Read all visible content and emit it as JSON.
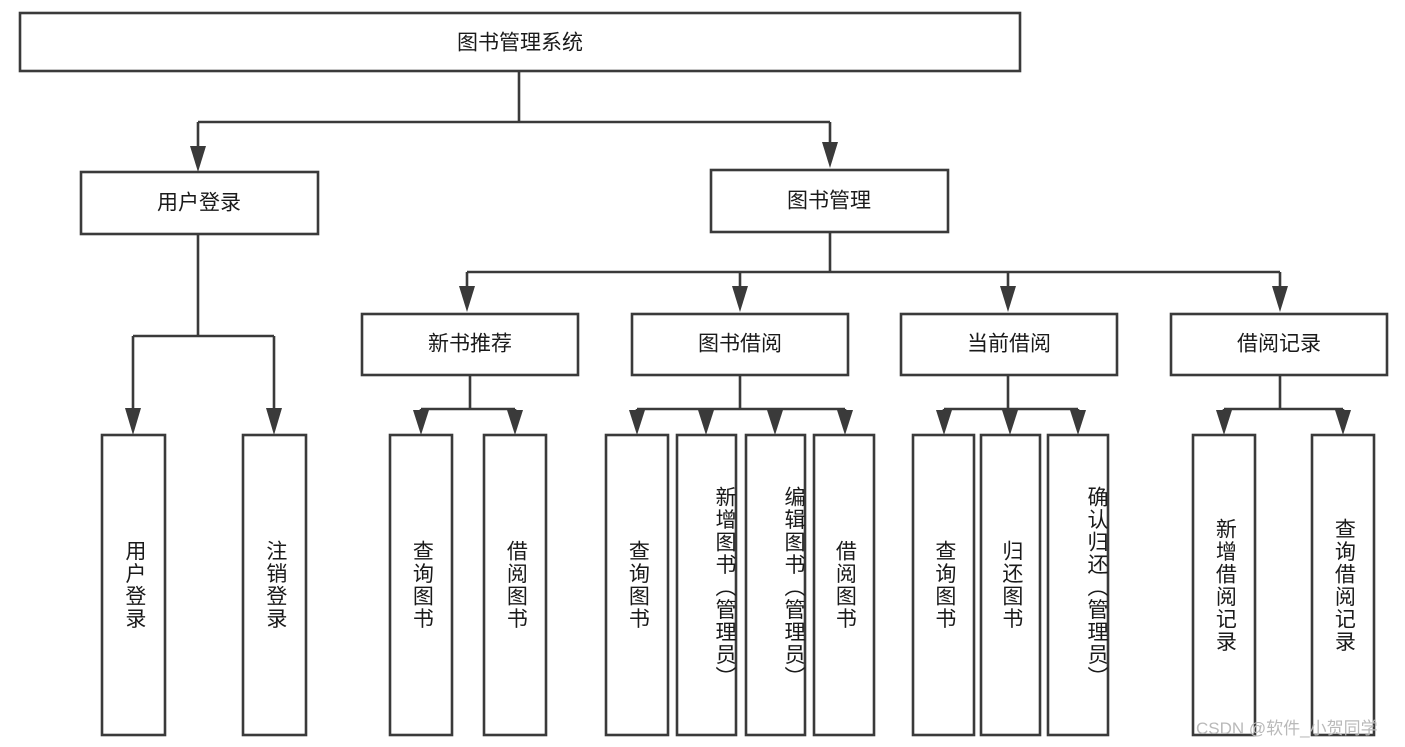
{
  "diagram": {
    "type": "tree-hierarchy",
    "title": "图书管理系统",
    "watermark": "CSDN @软件_小贺同学",
    "colors": {
      "stroke": "#3a3a3a",
      "box_fill": "#ffffff",
      "text": "#1a1a1a",
      "background": "#ffffff",
      "watermark": "#b9b9b9"
    },
    "nodes": {
      "root": {
        "label": "图书管理系统",
        "level": 0,
        "orientation": "horizontal"
      },
      "l1": [
        {
          "id": "user-login",
          "label": "用户登录",
          "level": 1,
          "orientation": "horizontal"
        },
        {
          "id": "book-manage",
          "label": "图书管理",
          "level": 1,
          "orientation": "horizontal"
        }
      ],
      "l2": [
        {
          "id": "new-book-recommend",
          "label": "新书推荐",
          "level": 2,
          "orientation": "horizontal",
          "parent": "book-manage"
        },
        {
          "id": "book-borrow",
          "label": "图书借阅",
          "level": 2,
          "orientation": "horizontal",
          "parent": "book-manage"
        },
        {
          "id": "current-borrow",
          "label": "当前借阅",
          "level": 2,
          "orientation": "horizontal",
          "parent": "book-manage"
        },
        {
          "id": "borrow-record",
          "label": "借阅记录",
          "level": 2,
          "orientation": "horizontal",
          "parent": "book-manage"
        }
      ],
      "leaves": [
        {
          "id": "leaf-user-login",
          "label": "用户登录",
          "parent": "user-login",
          "orientation": "vertical"
        },
        {
          "id": "leaf-logout-login",
          "label": "注销登录",
          "parent": "user-login",
          "orientation": "vertical"
        },
        {
          "id": "leaf-query-book-1",
          "label": "查询图书",
          "parent": "new-book-recommend",
          "orientation": "vertical"
        },
        {
          "id": "leaf-borrow-book-1",
          "label": "借阅图书",
          "parent": "new-book-recommend",
          "orientation": "vertical"
        },
        {
          "id": "leaf-query-book-2",
          "label": "查询图书",
          "parent": "book-borrow",
          "orientation": "vertical"
        },
        {
          "id": "leaf-add-book",
          "label": "新增图书（管理员）",
          "parent": "book-borrow",
          "orientation": "vertical"
        },
        {
          "id": "leaf-edit-book",
          "label": "编辑图书（管理员）",
          "parent": "book-borrow",
          "orientation": "vertical"
        },
        {
          "id": "leaf-borrow-book-2",
          "label": "借阅图书",
          "parent": "book-borrow",
          "orientation": "vertical"
        },
        {
          "id": "leaf-query-book-3",
          "label": "查询图书",
          "parent": "current-borrow",
          "orientation": "vertical"
        },
        {
          "id": "leaf-return-book",
          "label": "归还图书",
          "parent": "current-borrow",
          "orientation": "vertical"
        },
        {
          "id": "leaf-confirm-return",
          "label": "确认归还（管理员）",
          "parent": "current-borrow",
          "orientation": "vertical"
        },
        {
          "id": "leaf-add-record",
          "label": "新增借阅记录",
          "parent": "borrow-record",
          "orientation": "vertical"
        },
        {
          "id": "leaf-query-record",
          "label": "查询借阅记录",
          "parent": "borrow-record",
          "orientation": "vertical"
        }
      ]
    }
  }
}
